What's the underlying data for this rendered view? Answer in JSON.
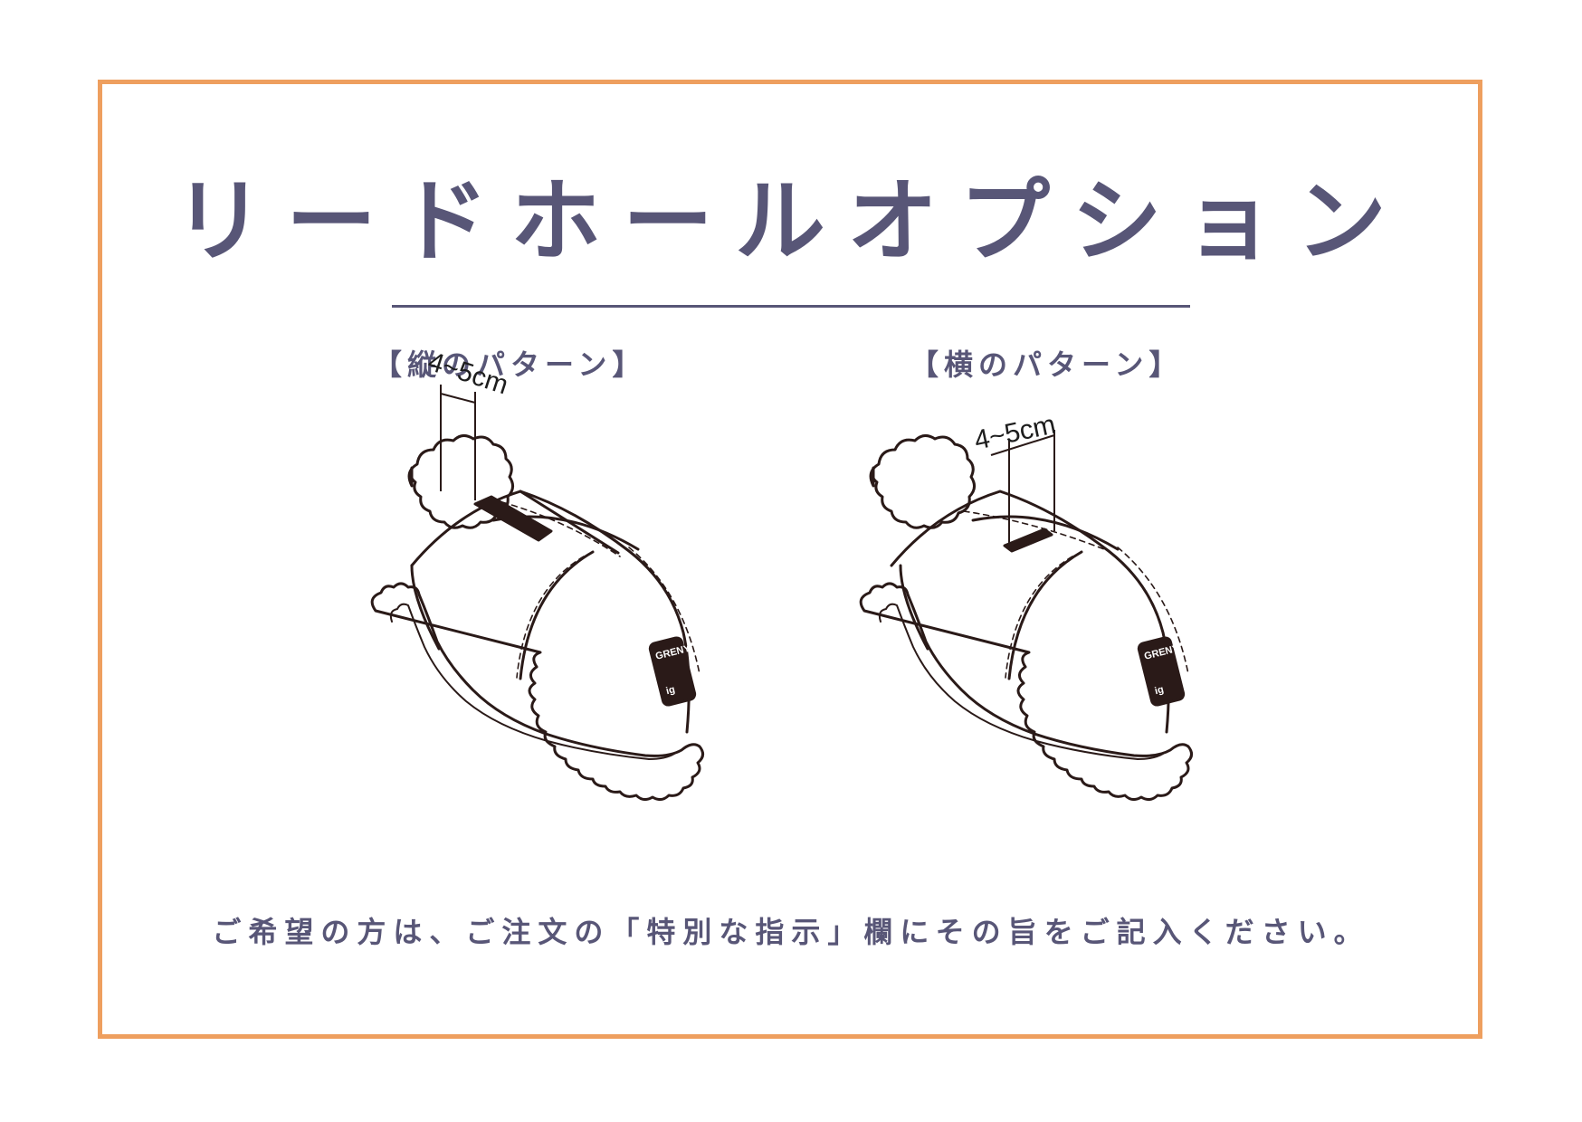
{
  "title": "リードホールオプション",
  "patterns": [
    {
      "label": "【縦のパターン】",
      "measure": "4~5cm"
    },
    {
      "label": "【横のパターン】",
      "measure": "4~5cm"
    }
  ],
  "instruction": "ご希望の方は、ご注文の「特別な指示」欄にその旨をご記入ください。",
  "colors": {
    "frame": "#ee9f5f",
    "text": "#585677",
    "line_art": "#2a1a18"
  },
  "icons": [
    "slipper-vertical-hole-illustration",
    "slipper-horizontal-hole-illustration"
  ]
}
